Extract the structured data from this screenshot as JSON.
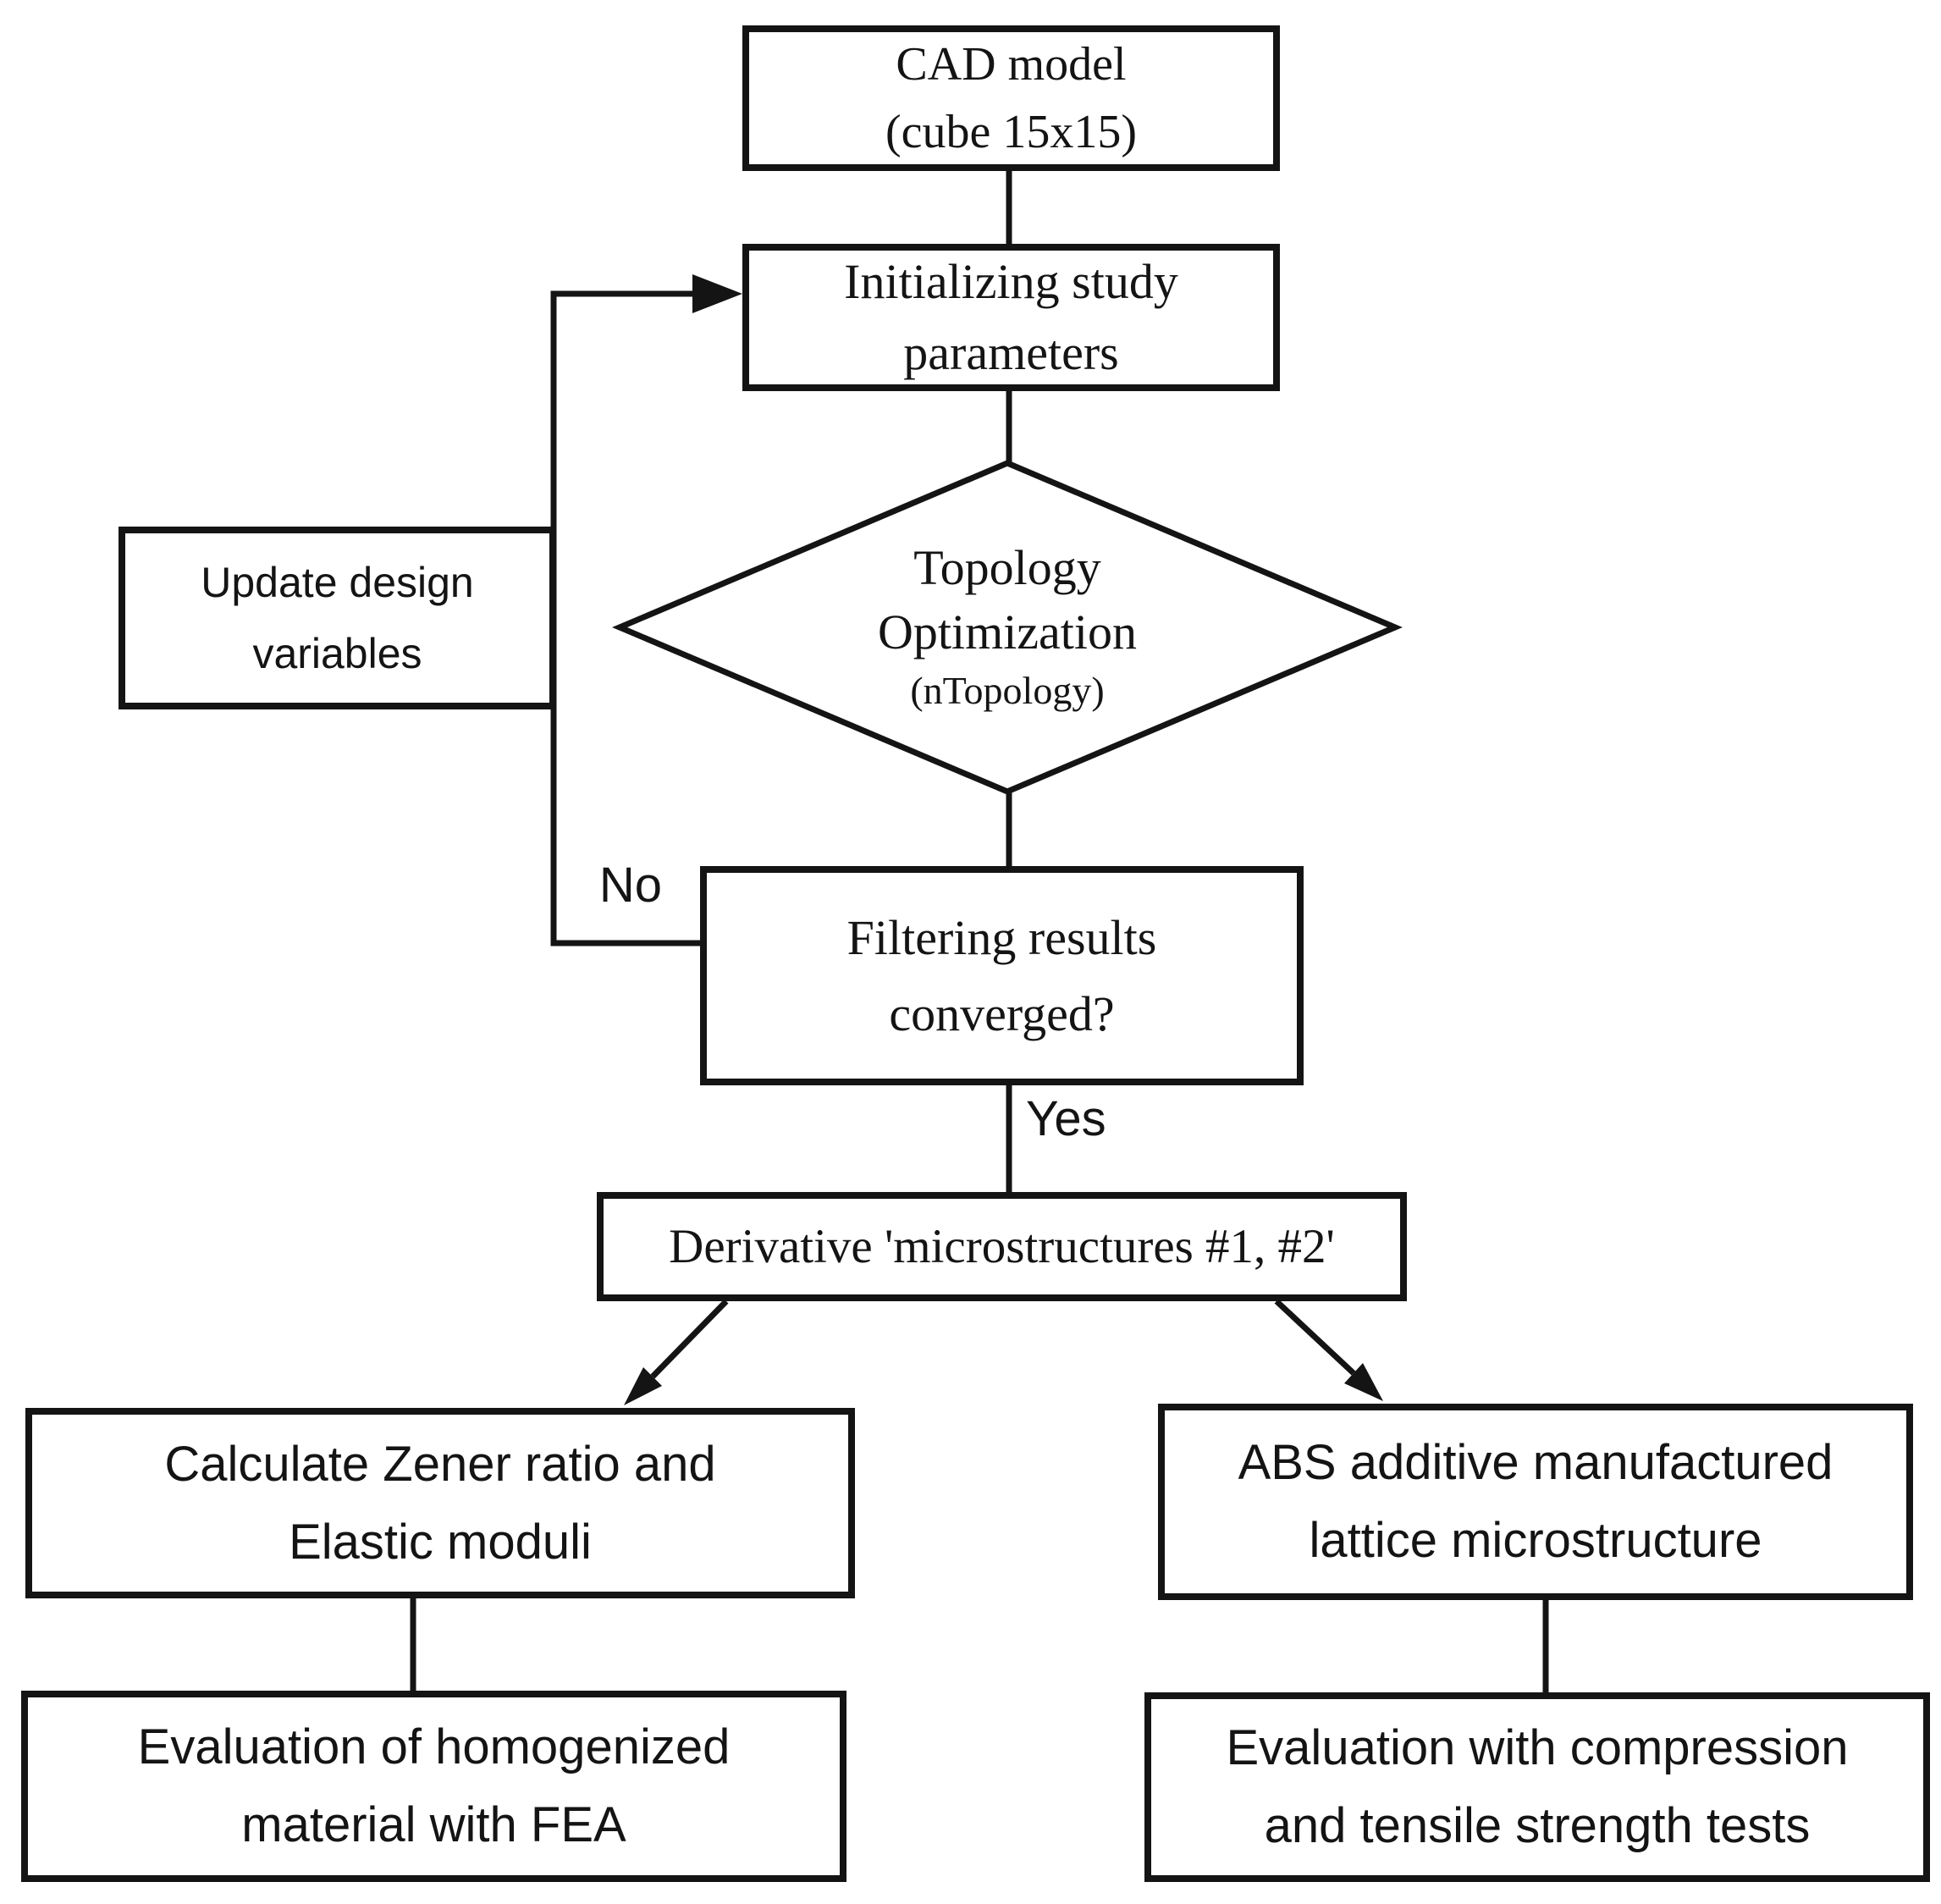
{
  "nodes": {
    "cad": {
      "line1": "CAD model",
      "line2": "(cube 15x15)"
    },
    "initializing": {
      "line1": "Initializing study",
      "line2": "parameters"
    },
    "topology": {
      "line1": "Topology",
      "line2": "Optimization",
      "line3": "(nTopology)"
    },
    "update": {
      "line1": "Update design",
      "line2": "variables"
    },
    "filtering": {
      "line1": "Filtering results",
      "line2": "converged?"
    },
    "derivative": {
      "label": "Derivative 'microstructures #1, #2'"
    },
    "calculate": {
      "line1": "Calculate Zener ratio and",
      "line2": "Elastic moduli"
    },
    "evaluation_fea": {
      "line1": "Evaluation of homogenized",
      "line2": "material with FEA"
    },
    "abs_lattice": {
      "line1": "ABS additive manufactured",
      "line2": "lattice microstructure"
    },
    "evaluation_tests": {
      "line1": "Evaluation with compression",
      "line2": "and tensile strength tests"
    }
  },
  "branch_labels": {
    "no": "No",
    "yes": "Yes"
  },
  "colors": {
    "line": "#141414",
    "background": "#ffffff"
  }
}
